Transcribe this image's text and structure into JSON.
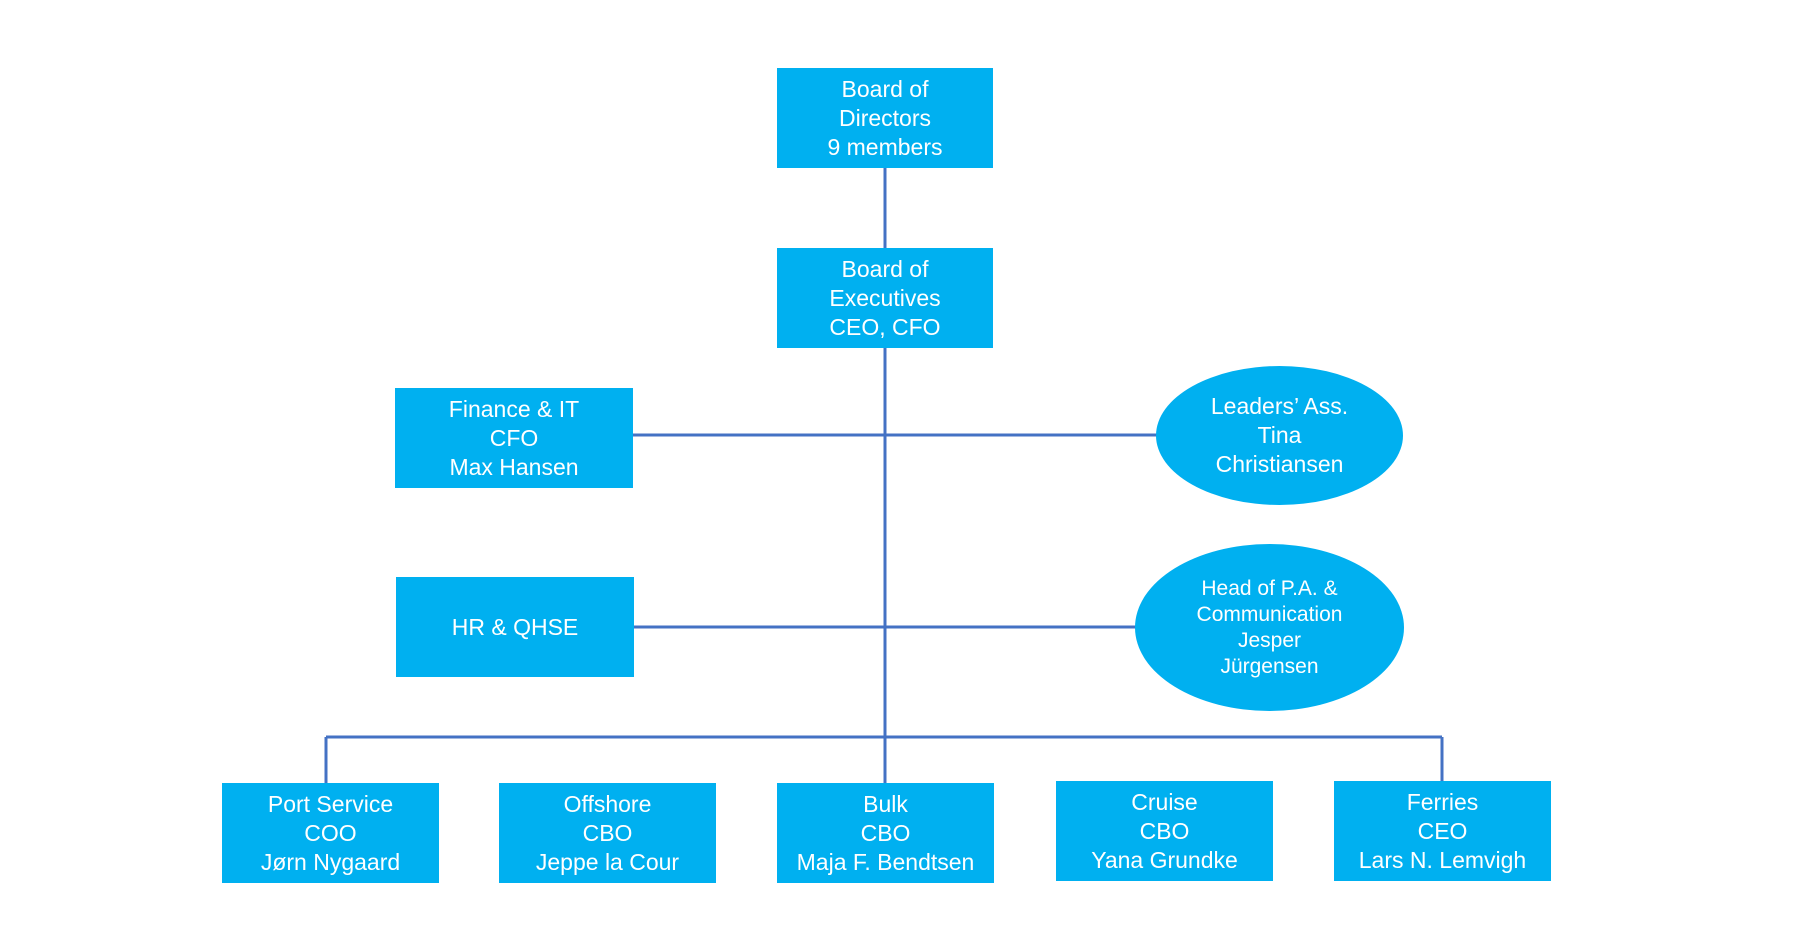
{
  "colors": {
    "node_fill": "#00b0f0",
    "node_text": "#ffffff",
    "connector": "#4472c4",
    "background": "#ffffff"
  },
  "nodes": {
    "board_of_directors": {
      "lines": [
        "Board of",
        "Directors",
        "9 members"
      ]
    },
    "board_of_executives": {
      "lines": [
        "Board of",
        "Executives",
        "CEO, CFO"
      ]
    },
    "finance_it": {
      "lines": [
        "Finance & IT",
        "CFO",
        "Max Hansen"
      ]
    },
    "leaders_assistant": {
      "lines": [
        "Leaders’ Ass.",
        "Tina",
        "Christiansen"
      ]
    },
    "hr_qhse": {
      "lines": [
        "HR & QHSE"
      ]
    },
    "head_of_pa": {
      "lines": [
        "Head of P.A. &",
        "Communication",
        "Jesper",
        "Jürgensen"
      ]
    },
    "port_service": {
      "lines": [
        "Port Service",
        "COO",
        "Jørn Nygaard"
      ]
    },
    "offshore": {
      "lines": [
        "Offshore",
        "CBO",
        "Jeppe la Cour"
      ]
    },
    "bulk": {
      "lines": [
        "Bulk",
        "CBO",
        "Maja F. Bendtsen"
      ]
    },
    "cruise": {
      "lines": [
        "Cruise",
        "CBO",
        "Yana Grundke"
      ]
    },
    "ferries": {
      "lines": [
        "Ferries",
        "CEO",
        "Lars N. Lemvigh"
      ]
    }
  }
}
